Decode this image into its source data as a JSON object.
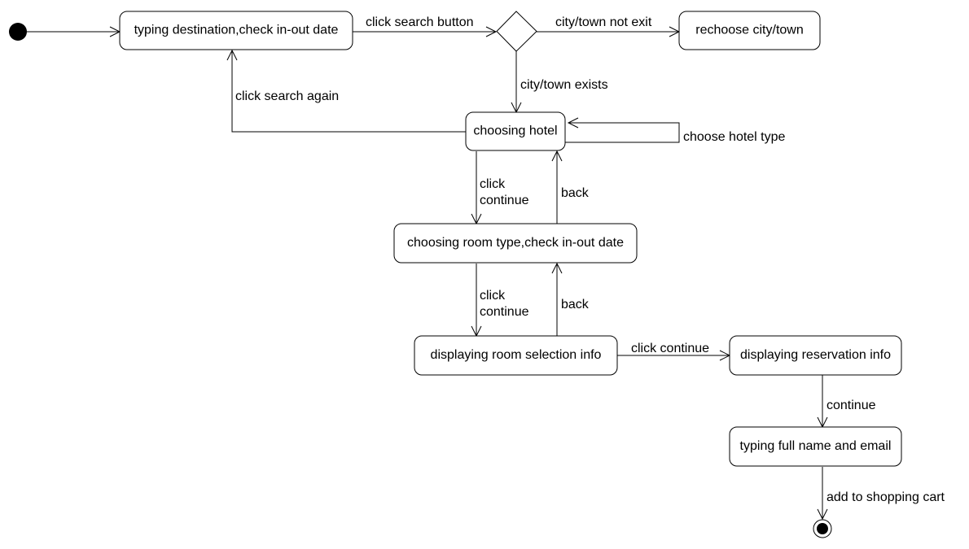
{
  "states": {
    "typing_destination": "typing destination,check in-out date",
    "rechoose_city": "rechoose city/town",
    "choosing_hotel": "choosing hotel",
    "choosing_room_type": "choosing room type,check in-out date",
    "displaying_room_selection": "displaying room selection info",
    "displaying_reservation": "displaying reservation info",
    "typing_full_name": "typing full name and email"
  },
  "transitions": {
    "click_search_button": "click search button",
    "city_not_exit": "city/town not exit",
    "city_exists": "city/town exists",
    "click_search_again": "click search again",
    "choose_hotel_type": "choose hotel type",
    "click_1": "click",
    "continue_1": "continue",
    "back_1": "back",
    "click_2": "click",
    "continue_2": "continue",
    "back_2": "back",
    "click_continue": "click continue",
    "continue_3": "continue",
    "add_to_cart": "add to shopping cart"
  }
}
